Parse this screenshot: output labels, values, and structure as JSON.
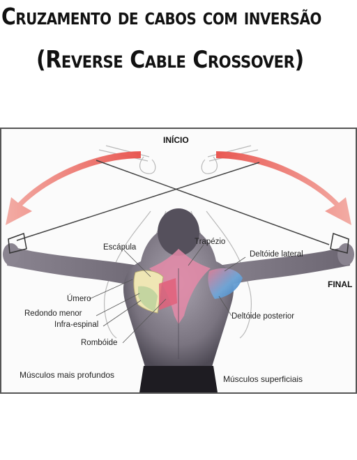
{
  "title": {
    "line1": "Cruzamento de cabos com inversão",
    "line2": "(Reverse Cable Crossover)"
  },
  "figure": {
    "phase_start": "INÍCIO",
    "phase_end": "FINAL",
    "muscles_left": [
      "Escápula",
      "Úmero",
      "Redondo menor",
      "Infra-espinal",
      "Rombóide"
    ],
    "muscles_right": [
      "Trapézio",
      "Deltóide lateral",
      "Deltóide posterior"
    ],
    "caption_left": "Músculos mais profundos",
    "caption_right": "Músculos superficiais",
    "colors": {
      "arrow": "#e8504a",
      "trapezius": "#e58aa8",
      "rhomboid": "#e0607a",
      "deltoid_blue": "#6fa6d8",
      "deltoid_pink": "#e07e96",
      "scapula": "#efe6b4",
      "skin": "#7a7480"
    }
  }
}
